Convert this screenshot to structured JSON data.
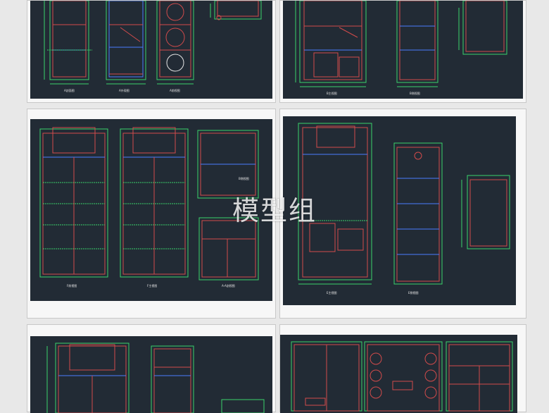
{
  "watermark": "模型组",
  "colors": {
    "screen_bg": "#222b35",
    "frame_green": "#39d36a",
    "frame_red": "#d24b4b",
    "frame_blue": "#4a7dff",
    "frame_yellow": "#e0c84a",
    "white_text": "#e6e6e6"
  },
  "panels": [
    {
      "captions": [
        "A剖面图",
        "A外观图",
        "A前视图"
      ]
    },
    {
      "captions": [
        "B主视图",
        "B侧视图"
      ]
    },
    {
      "captions": [
        "F前视图",
        "F主视图",
        "A-A剖视图",
        "B侧视图"
      ]
    },
    {
      "captions": [
        "E主视图",
        "E侧视图"
      ]
    },
    {
      "captions": []
    },
    {
      "captions": []
    }
  ]
}
